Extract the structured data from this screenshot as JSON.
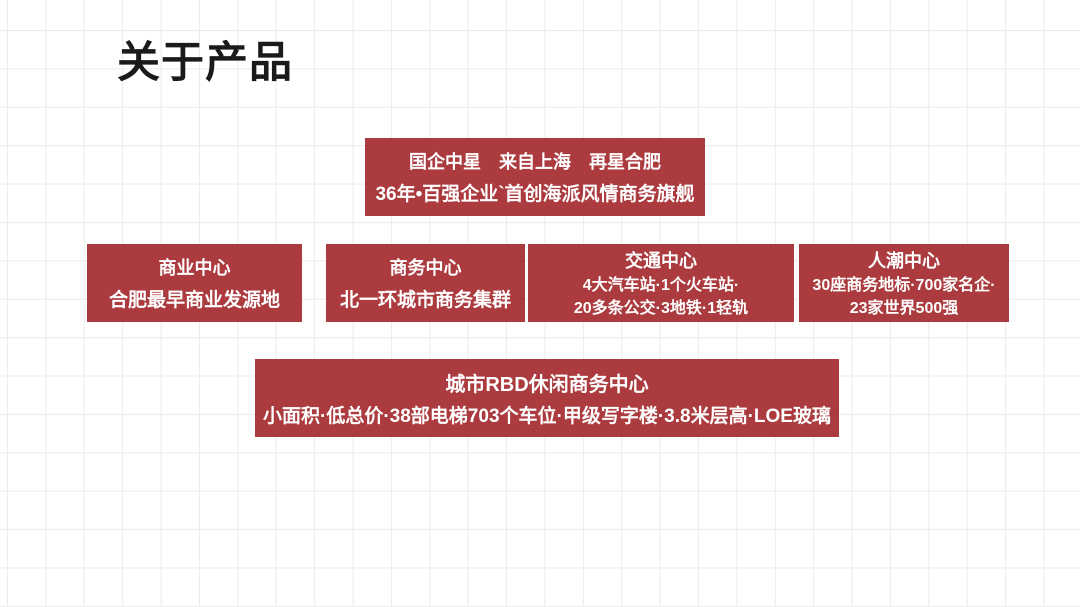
{
  "slide": {
    "title": "关于产品",
    "colors": {
      "accent": "#ab3b3e",
      "box_text": "#ffffff",
      "title_text": "#1a1a1a",
      "grid_line": "#ebebeb",
      "background": "#ffffff"
    },
    "boxes": {
      "headline": {
        "line1": "国企中星　来自上海　再星合肥",
        "line2": "36年•百强企业`首创海派风情商务旗舰"
      },
      "business": {
        "title": "商业中心",
        "line1": "合肥最早商业发源地"
      },
      "commerce": {
        "title": "商务中心",
        "line1": "北一环城市商务集群"
      },
      "transport": {
        "title": "交通中心",
        "line1": "4大汽车站·1个火车站·",
        "line2": "20多条公交·3地铁·1轻轨"
      },
      "crowd": {
        "title": "人潮中心",
        "line1": "30座商务地标·700家名企·",
        "line2": "23家世界500强"
      },
      "rbd": {
        "title": "城市RBD休闲商务中心",
        "line1": "小面积·低总价·38部电梯703个车位·甲级写字楼·3.8米层高·LOE玻璃"
      }
    }
  }
}
